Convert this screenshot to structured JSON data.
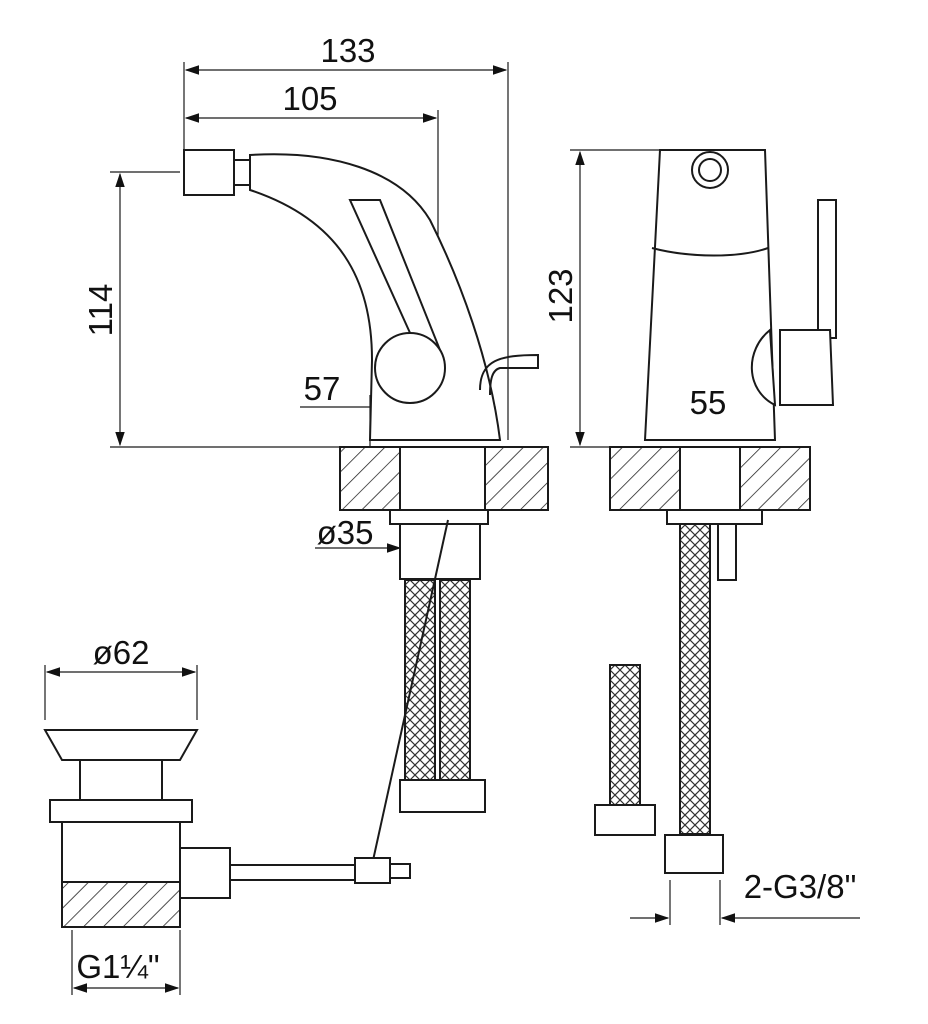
{
  "title": "Bidet mixer dimension drawing",
  "dimensions": {
    "overall_length": "133",
    "spout_reach": "105",
    "height_left": "114",
    "base_offset": "57",
    "height_right": "123",
    "base_width": "55",
    "mount_diameter": "ø35",
    "waste_diameter": "ø62",
    "waste_thread": "G1¼\"",
    "hose_thread": "2-G3/8\""
  }
}
